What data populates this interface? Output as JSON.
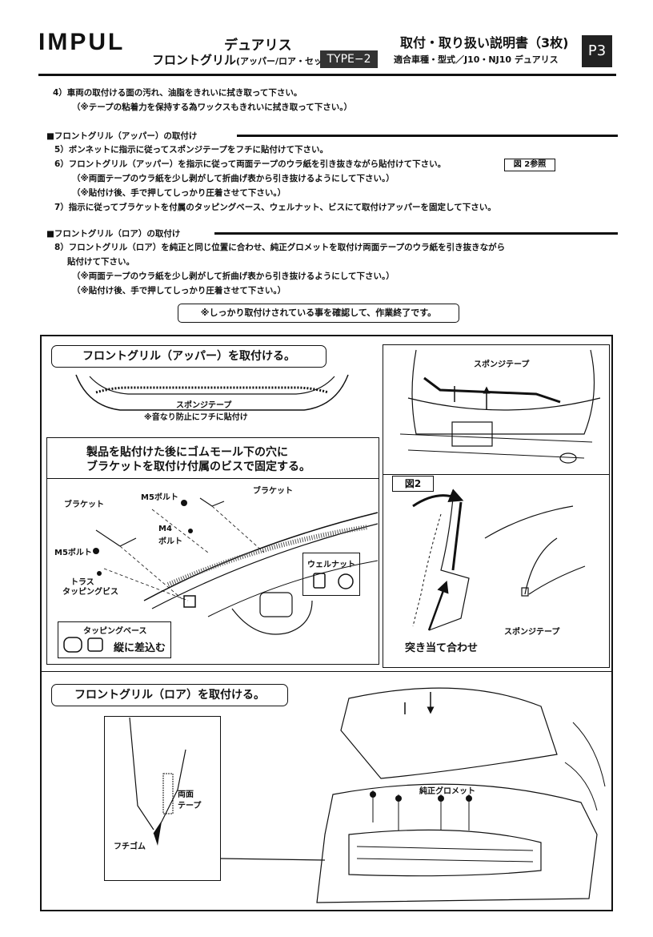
{
  "header": {
    "brand": "IMPUL",
    "model": "デュアリス",
    "product_main": "フロントグリル",
    "product_paren": "(アッパー/ロア・セット)",
    "type": "TYPE−2",
    "doc_title": "取付・取り扱い説明書（3枚)",
    "applicable": "適合車種・型式／J10・NJ10 デュアリス",
    "page": "P3"
  },
  "steps_top": [
    "4）車両の取付ける面の汚れ、油脂をきれいに拭き取って下さい。",
    "（※テープの粘着力を保持する為ワックスもきれいに拭き取って下さい。）"
  ],
  "section_upper": {
    "title": "■フロントグリル（アッパー）の取付け",
    "lines": [
      "5）ボンネットに指示に従ってスポンジテープをフチに貼付けて下さい。",
      "6）フロントグリル（アッパー）を指示に従って両面テープのウラ紙を引き抜きながら貼付けて下さい。",
      "（※両面テープのウラ紙を少し剥がして折曲げ表から引き抜けるようにして下さい。）",
      "（※貼付け後、手で押してしっかり圧着させて下さい。）",
      "7）指示に従ってブラケットを付属のタッピングベース、ウェルナット、ビスにて取付けアッパーを固定して下さい。"
    ],
    "ref": "図 2参照"
  },
  "section_lower": {
    "title": "■フロントグリル（ロア）の取付け",
    "lines": [
      "8）フロントグリル（ロア）を純正と同じ位置に合わせ、純正グロメットを取付け両面テープのウラ紙を引き抜きながら",
      "貼付けて下さい。",
      "（※両面テープのウラ紙を少し剥がして折曲げ表から引き抜けるようにして下さい。）",
      "（※貼付け後、手で押してしっかり圧着させて下さい。）"
    ]
  },
  "confirm": "※しっかり取付けされている事を確認して、作業終了です。",
  "diagram": {
    "upper_title": "フロントグリル（アッパー）を取付ける。",
    "sponge_label": "スポンジテープ",
    "sponge_note": "※音なり防止にフチに貼付け",
    "bracket_note_1": "製品を貼付けた後にゴムモール下の穴に",
    "bracket_note_2": "ブラケットを取付け付属のビスで固定する。",
    "bracket_a": "ブラケット",
    "bracket_b": "ブラケット",
    "m5_bolt_a": "M5ボルト",
    "m5_bolt_b": "M5ボルト",
    "m4_bolt_1": "M4",
    "m4_bolt_2": "ボルト",
    "truss_1": "トラス",
    "truss_2": "タッピングビス",
    "wellnut": "ウェルナット",
    "tapping_base": "タッピングベース",
    "insert_vertical": "縦に差込む",
    "right_sponge": "スポンジテープ",
    "fig2": "図2",
    "butt_align": "突き当て合わせ",
    "right_sponge_b": "スポンジテープ",
    "lower_title": "フロントグリル（ロア）を取付ける。",
    "double_tape_1": "両面",
    "double_tape_2": "テープ",
    "edge_rubber": "フチゴム",
    "grommet": "純正グロメット"
  }
}
